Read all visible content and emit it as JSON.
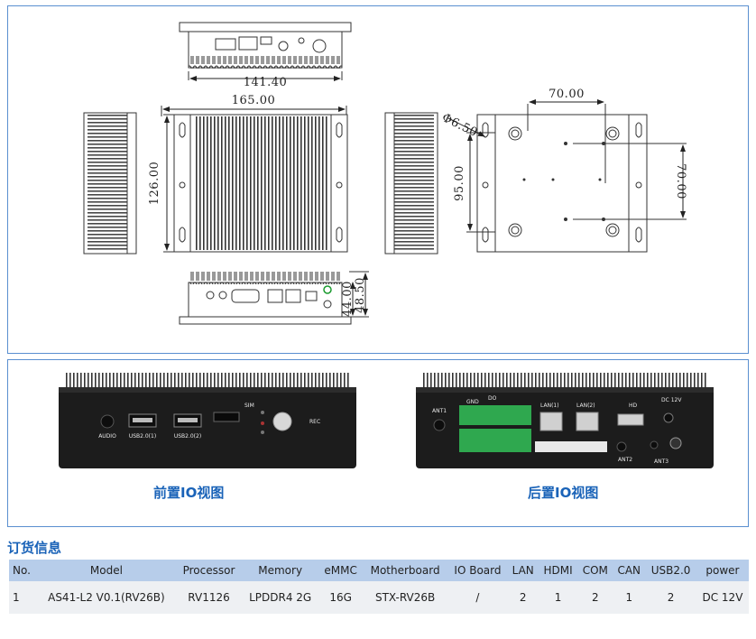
{
  "drawing": {
    "dims": {
      "top_width": "141.40",
      "length": "165.00",
      "depth": "126.00",
      "hole_dia": "Φ6.50",
      "hole_x": "70.00",
      "hole_y": "70.00",
      "mount_span": "95.00",
      "height_inner": "44.00",
      "height_total": "48.50"
    }
  },
  "photos": {
    "front": {
      "audio": "AUDIO",
      "usb1": "USB2.0(1)",
      "usb2": "USB2.0(2)",
      "rec": "REC",
      "sim": "SIM"
    },
    "rear": {
      "ant1": "ANT1",
      "ant2": "ANT2",
      "ant3": "ANT3",
      "lan1": "LAN(1)",
      "lan2": "LAN(2)",
      "hd": "HD",
      "dc": "DC 12V",
      "do": "DO",
      "gnd": "GND"
    },
    "front_caption": "前置IO视图",
    "rear_caption": "后置IO视图"
  },
  "order": {
    "title": "订货信息",
    "headers": [
      "No.",
      "Model",
      "Processor",
      "Memory",
      "eMMC",
      "Motherboard",
      "IO Board",
      "LAN",
      "HDMI",
      "COM",
      "CAN",
      "USB2.0",
      "power"
    ],
    "rows": [
      [
        "1",
        "AS41-L2 V0.1(RV26B)",
        "RV1126",
        "LPDDR4  2G",
        "16G",
        "STX-RV26B",
        "/",
        "2",
        "1",
        "2",
        "1",
        "2",
        "DC 12V"
      ]
    ]
  },
  "colors": {
    "panel_border": "#5a8fd0",
    "caption_blue": "#1a63b8",
    "table_header": "#b7cdea",
    "table_row": "#eef0f3"
  }
}
